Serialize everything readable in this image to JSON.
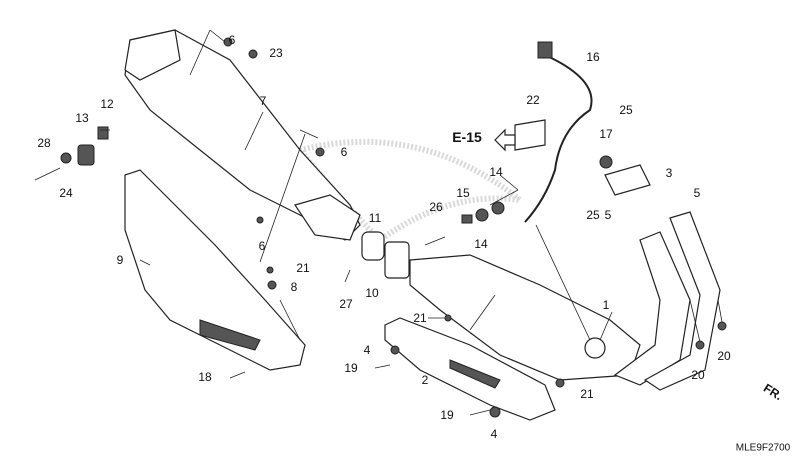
{
  "diagram_code": "MLE9F2700",
  "reference": "E-15",
  "direction_mark": "FR.",
  "callouts": [
    "6",
    "23",
    "12",
    "13",
    "28",
    "24",
    "7",
    "6",
    "6",
    "9",
    "21",
    "8",
    "18",
    "10",
    "11",
    "27",
    "26",
    "15",
    "14",
    "14",
    "22",
    "16",
    "25",
    "17",
    "3",
    "5",
    "5",
    "25",
    "1",
    "21",
    "4",
    "19",
    "2",
    "21",
    "19",
    "4",
    "20",
    "20"
  ]
}
